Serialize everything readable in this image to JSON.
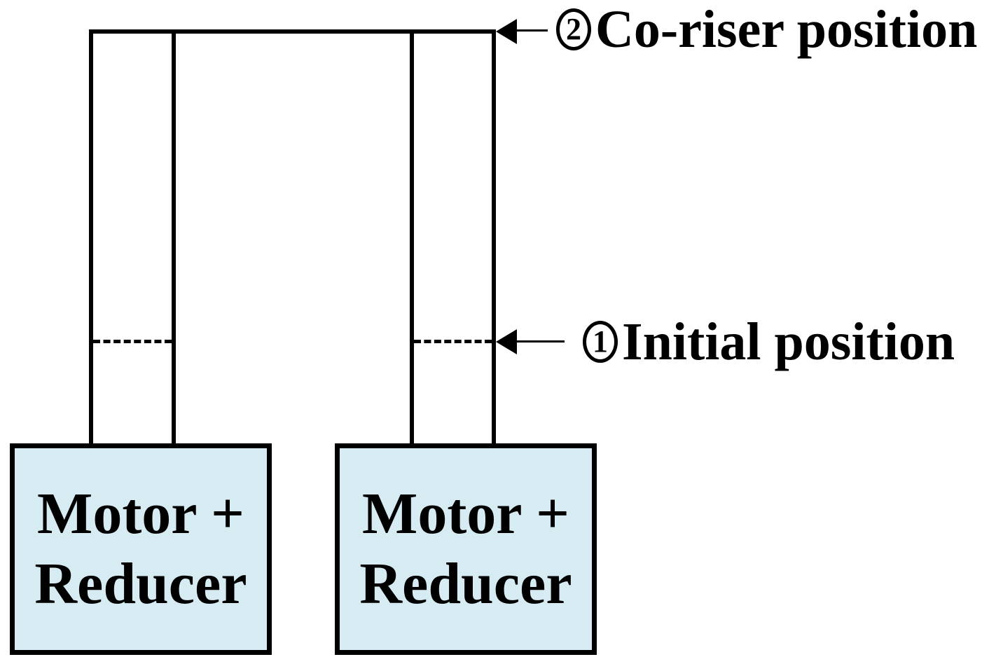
{
  "diagram": {
    "annotations": [
      {
        "number": "2",
        "label": "Co-riser position"
      },
      {
        "number": "1",
        "label": "Initial position"
      }
    ],
    "boxes": [
      {
        "line1": "Motor +",
        "line2": "Reducer"
      },
      {
        "line1": "Motor +",
        "line2": "Reducer"
      }
    ],
    "colors": {
      "box_fill": "#d6ecf2",
      "line": "#000000",
      "background": "#ffffff"
    }
  }
}
